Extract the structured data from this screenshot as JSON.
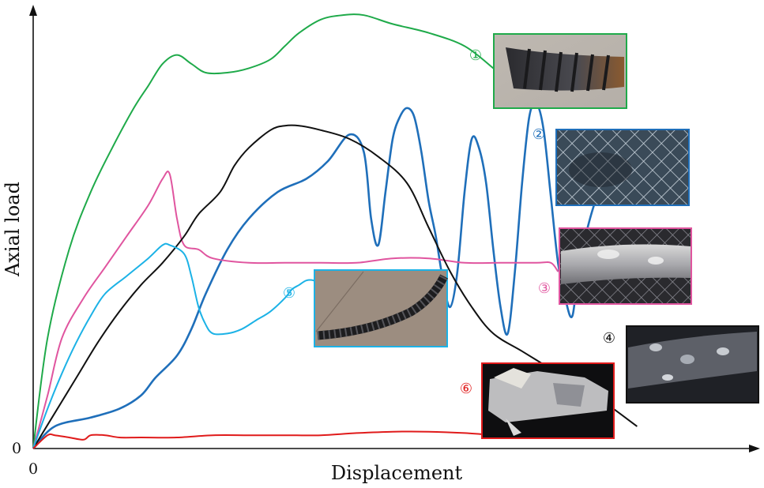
{
  "chart_data": {
    "type": "line",
    "title": "",
    "xlabel": "Displacement",
    "ylabel": "Axial load",
    "x_origin_label": "0",
    "y_origin_label": "0",
    "xlim": [
      0,
      100
    ],
    "ylim": [
      0,
      100
    ],
    "grid": false,
    "legend": "none",
    "series": [
      {
        "marker": "①",
        "color": "#1faa4a",
        "photo_icon": "ribbed-bar-photo",
        "points": [
          [
            0,
            0
          ],
          [
            2,
            25
          ],
          [
            5,
            45
          ],
          [
            8,
            58
          ],
          [
            11,
            68
          ],
          [
            14,
            77
          ],
          [
            16,
            82
          ],
          [
            18,
            87
          ],
          [
            20,
            89
          ],
          [
            22,
            87
          ],
          [
            24,
            85
          ],
          [
            27,
            85
          ],
          [
            30,
            86
          ],
          [
            33,
            88
          ],
          [
            35,
            91
          ],
          [
            37,
            94
          ],
          [
            40,
            97
          ],
          [
            43,
            98
          ],
          [
            46,
            98
          ],
          [
            50,
            96
          ],
          [
            55,
            94
          ],
          [
            60,
            91
          ],
          [
            64,
            86
          ]
        ]
      },
      {
        "marker": "②",
        "color": "#1f6fba",
        "photo_icon": "wire-mesh-photo",
        "points": [
          [
            0,
            0
          ],
          [
            3,
            5
          ],
          [
            8,
            7
          ],
          [
            12,
            9
          ],
          [
            15,
            12
          ],
          [
            17,
            16
          ],
          [
            20,
            21
          ],
          [
            22,
            27
          ],
          [
            24,
            35
          ],
          [
            27,
            45
          ],
          [
            30,
            52
          ],
          [
            34,
            58
          ],
          [
            38,
            61
          ],
          [
            41,
            65
          ],
          [
            44,
            71
          ],
          [
            46,
            67
          ],
          [
            47,
            52
          ],
          [
            48,
            46
          ],
          [
            49,
            58
          ],
          [
            50,
            70
          ],
          [
            51,
            75
          ],
          [
            52,
            77
          ],
          [
            53,
            75
          ],
          [
            54,
            67
          ],
          [
            55,
            56
          ],
          [
            56,
            48
          ],
          [
            57,
            38
          ],
          [
            58,
            32
          ],
          [
            59,
            40
          ],
          [
            60,
            58
          ],
          [
            61,
            70
          ],
          [
            62,
            68
          ],
          [
            63,
            60
          ],
          [
            64,
            45
          ],
          [
            65,
            32
          ],
          [
            66,
            26
          ],
          [
            67,
            40
          ],
          [
            68,
            60
          ],
          [
            69,
            75
          ],
          [
            70,
            78
          ],
          [
            71,
            72
          ],
          [
            72,
            57
          ],
          [
            73,
            42
          ],
          [
            74,
            34
          ],
          [
            75,
            30
          ],
          [
            76,
            42
          ],
          [
            78,
            55
          ],
          [
            80,
            62
          ],
          [
            81,
            64
          ]
        ]
      },
      {
        "marker": "③",
        "color": "#e0559f",
        "photo_icon": "mesh-bar-photo",
        "points": [
          [
            0,
            0
          ],
          [
            2,
            12
          ],
          [
            4,
            25
          ],
          [
            7,
            34
          ],
          [
            10,
            41
          ],
          [
            13,
            48
          ],
          [
            16,
            55
          ],
          [
            18,
            61
          ],
          [
            19,
            62
          ],
          [
            20,
            52
          ],
          [
            21,
            46
          ],
          [
            23,
            45
          ],
          [
            25,
            43
          ],
          [
            30,
            42
          ],
          [
            35,
            42
          ],
          [
            40,
            42
          ],
          [
            45,
            42
          ],
          [
            50,
            43
          ],
          [
            55,
            43
          ],
          [
            60,
            42
          ],
          [
            65,
            42
          ],
          [
            70,
            42
          ],
          [
            72,
            42
          ],
          [
            73,
            40
          ]
        ]
      },
      {
        "marker": "④",
        "color": "#111111",
        "photo_icon": "corroded-bar-photo",
        "points": [
          [
            0,
            0
          ],
          [
            3,
            8
          ],
          [
            6,
            16
          ],
          [
            9,
            24
          ],
          [
            12,
            31
          ],
          [
            15,
            37
          ],
          [
            18,
            42
          ],
          [
            21,
            48
          ],
          [
            23,
            53
          ],
          [
            26,
            58
          ],
          [
            28,
            64
          ],
          [
            30,
            68
          ],
          [
            33,
            72
          ],
          [
            35,
            73
          ],
          [
            37,
            73
          ],
          [
            40,
            72
          ],
          [
            44,
            70
          ],
          [
            48,
            66
          ],
          [
            52,
            60
          ],
          [
            55,
            50
          ],
          [
            58,
            40
          ],
          [
            61,
            32
          ],
          [
            64,
            26
          ],
          [
            68,
            22
          ],
          [
            72,
            18
          ],
          [
            76,
            14
          ],
          [
            79,
            11
          ],
          [
            84,
            5
          ]
        ]
      },
      {
        "marker": "⑤",
        "color": "#1cb2e6",
        "photo_icon": "coiled-bar-photo",
        "points": [
          [
            0,
            0
          ],
          [
            2,
            9
          ],
          [
            4,
            17
          ],
          [
            6,
            24
          ],
          [
            8,
            30
          ],
          [
            10,
            35
          ],
          [
            13,
            39
          ],
          [
            16,
            43
          ],
          [
            18,
            46
          ],
          [
            19,
            46
          ],
          [
            21,
            44
          ],
          [
            22,
            39
          ],
          [
            23,
            32
          ],
          [
            24,
            28
          ],
          [
            25,
            26
          ],
          [
            27,
            26
          ],
          [
            29,
            27
          ],
          [
            31,
            29
          ],
          [
            33,
            31
          ],
          [
            35,
            34
          ],
          [
            36,
            36
          ],
          [
            37,
            37
          ],
          [
            38,
            38
          ],
          [
            39,
            38
          ],
          [
            40,
            37
          ]
        ]
      },
      {
        "marker": "⑥",
        "color": "#e01b1b",
        "photo_icon": "shattered-specimen-photo",
        "points": [
          [
            0,
            0
          ],
          [
            2,
            3
          ],
          [
            3,
            3
          ],
          [
            5,
            2.5
          ],
          [
            7,
            2
          ],
          [
            8,
            3
          ],
          [
            10,
            3
          ],
          [
            12,
            2.5
          ],
          [
            15,
            2.5
          ],
          [
            20,
            2.5
          ],
          [
            25,
            3
          ],
          [
            30,
            3
          ],
          [
            35,
            3
          ],
          [
            40,
            3
          ],
          [
            45,
            3.5
          ],
          [
            50,
            3.8
          ],
          [
            55,
            3.8
          ],
          [
            60,
            3.5
          ],
          [
            64,
            3
          ]
        ]
      }
    ]
  }
}
